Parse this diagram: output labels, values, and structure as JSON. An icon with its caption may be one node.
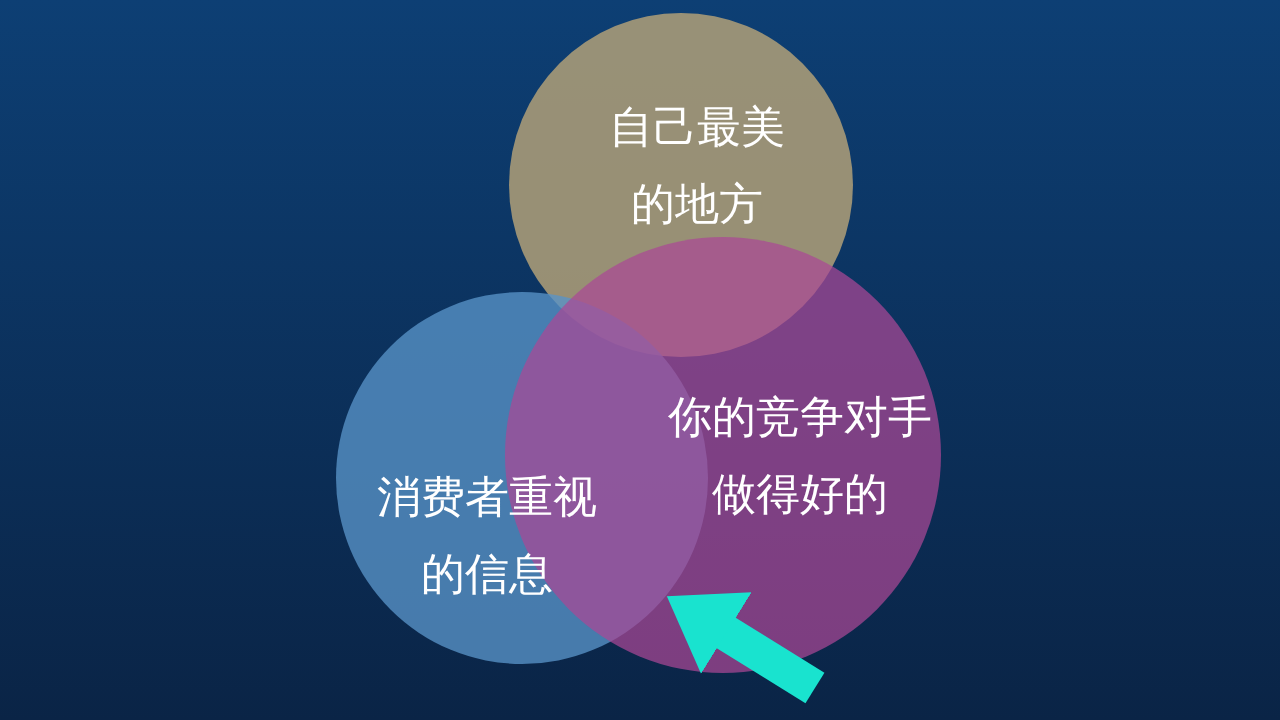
{
  "diagram": {
    "nodes": [
      {
        "text": [
          "自己最美的地方"
        ]
      },
      {
        "text": [
          "消费者重视的信息"
        ]
      },
      {
        "text": [
          "你的竞争对手做得好的"
        ]
      }
    ],
    "edges": [
      {
        "from": null,
        "to": 2,
        "arrow": "to"
      }
    ]
  }
}
